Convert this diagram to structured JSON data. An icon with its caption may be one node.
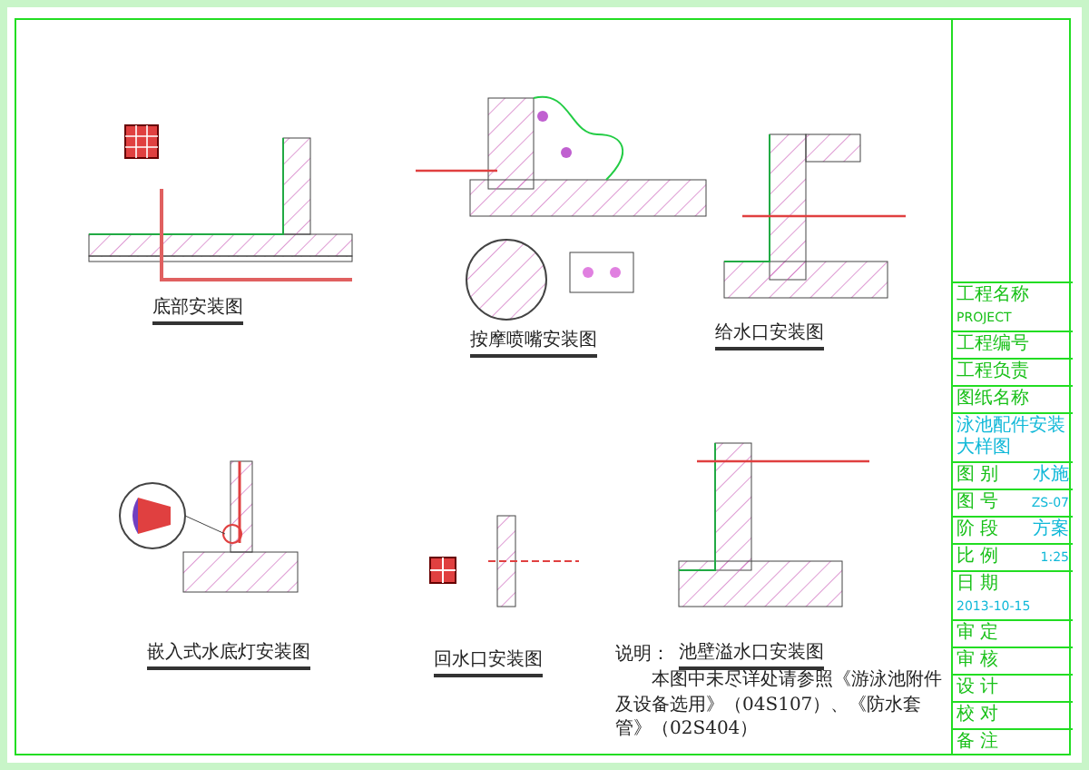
{
  "diagram": {
    "labels": [
      "底部安装图",
      "按摩喷嘴安装图",
      "给水口安装图",
      "嵌入式水底灯安装图",
      "回水口安装图",
      "池壁溢水口安装图",
      "说明：",
      "本图中未尽详处请参照《游泳池附件及设备选用》（04S107）、《防水套管》（02S404）",
      "工程名称",
      "PROJECT",
      "工程编号",
      "工程负责",
      "图纸名称",
      "泳池配件安装大样图",
      "图 别",
      "水施",
      "图 号",
      "ZS-07",
      "阶 段",
      "方案",
      "比 例",
      "1:25",
      "日 期",
      "2013-10-15",
      "审 定",
      "审 核",
      "设 计",
      "校 对",
      "备 注"
    ]
  }
}
